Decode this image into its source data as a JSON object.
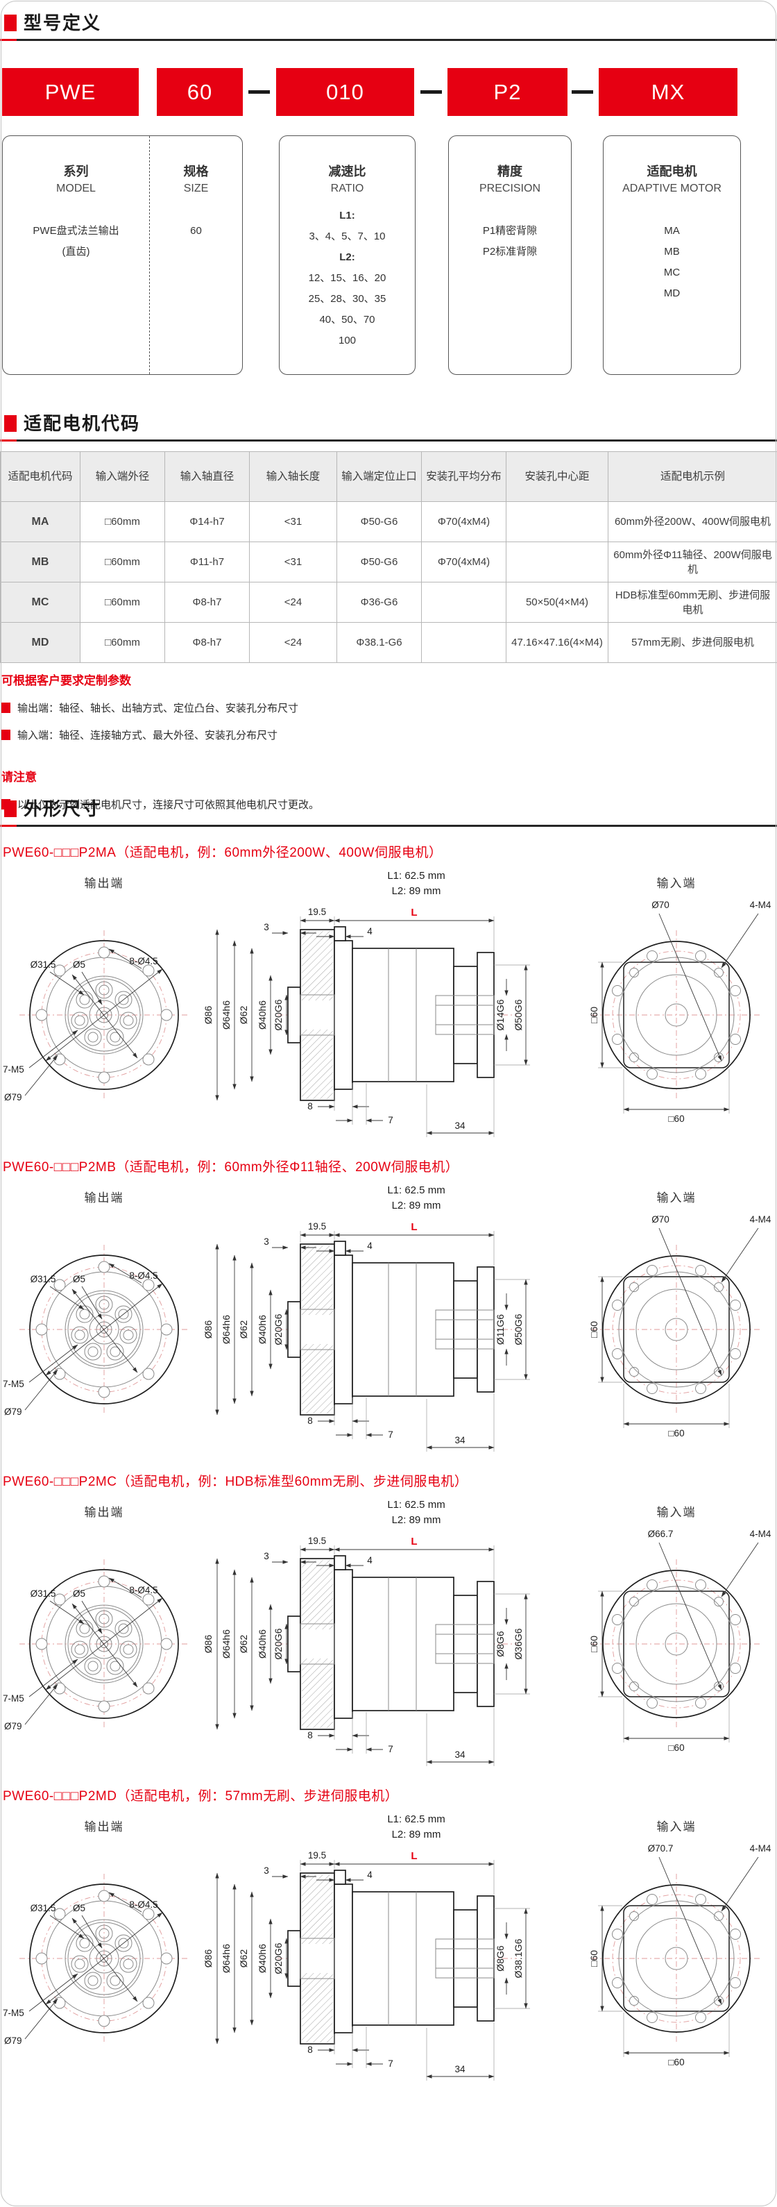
{
  "colors": {
    "accent": "#e60012",
    "centerline_red": "#e09a9a"
  },
  "model_def": {
    "title": "型号定义",
    "codes": [
      "PWE",
      "60",
      "010",
      "P2",
      "MX"
    ],
    "boxes": {
      "model": {
        "zh": "系列",
        "en": "MODEL",
        "lines": [
          "PWE盘式法兰输出",
          "(直齿)"
        ]
      },
      "size": {
        "zh": "规格",
        "en": "SIZE",
        "lines": [
          "60"
        ]
      },
      "ratio": {
        "zh": "减速比",
        "en": "RATIO",
        "lines": [
          "L1:",
          "3、4、5、7、10",
          "L2:",
          "12、15、16、20",
          "25、28、30、35",
          "40、50、70",
          "100"
        ]
      },
      "precision": {
        "zh": "精度",
        "en": "PRECISION",
        "lines": [
          "P1精密背隙",
          "P2标准背隙"
        ]
      },
      "motor": {
        "zh": "适配电机",
        "en": "ADAPTIVE MOTOR",
        "lines": [
          "MA",
          "MB",
          "MC",
          "MD"
        ]
      }
    }
  },
  "motor_codes": {
    "title": "适配电机代码",
    "table": {
      "headers": [
        "适配电机代码",
        "输入端外径",
        "输入轴直径",
        "输入轴长度",
        "输入端定位止口",
        "安装孔平均分布",
        "安装孔中心距",
        "适配电机示例"
      ],
      "rows": [
        [
          "MA",
          "□60mm",
          "Φ14-h7",
          "<31",
          "Φ50-G6",
          "Φ70(4xM4)",
          "",
          "60mm外径200W、400W伺服电机"
        ],
        [
          "MB",
          "□60mm",
          "Φ11-h7",
          "<31",
          "Φ50-G6",
          "Φ70(4xM4)",
          "",
          "60mm外径Φ11轴径、200W伺服电机"
        ],
        [
          "MC",
          "□60mm",
          "Φ8-h7",
          "<24",
          "Φ36-G6",
          "",
          "50×50(4×M4)",
          "HDB标准型60mm无刷、步进伺服电机"
        ],
        [
          "MD",
          "□60mm",
          "Φ8-h7",
          "<24",
          "Φ38.1-G6",
          "",
          "47.16×47.16(4×M4)",
          "57mm无刷、步进伺服电机"
        ]
      ]
    },
    "notes": [
      {
        "heading": "可根据客户要求定制参数",
        "items": [
          "输出端：轴径、轴长、出轴方式、定位凸台、安装孔分布尺寸",
          "输入端：轴径、连接轴方式、最大外径、安装孔分布尺寸"
        ]
      },
      {
        "heading": "请注意",
        "items": [
          "以上仅为示例适配电机尺寸，连接尺寸可依照其他电机尺寸更改。"
        ]
      }
    ]
  },
  "dimensions_section": {
    "title": "外形尺寸"
  },
  "drawings": [
    {
      "title": "PWE60-□□□P2MA（适配电机，例：60mm外径200W、400W伺服电机）",
      "output_view": {
        "title": "输出端",
        "labels": {
          "inner_circle": "Ø31.5",
          "center_hole": "Ø5",
          "outer_holes": "8-Ø4.5",
          "thread_holes": "7-M5",
          "bolt_circle": "Ø79"
        }
      },
      "section_view": {
        "l1": "L1:  62.5 mm",
        "l2": "L2:  89 mm",
        "length": "L",
        "top_dims": {
          "d19_5": "19.5",
          "d3": "3",
          "d4": "4"
        },
        "left_dims": [
          "Ø86",
          "Ø64h6",
          "Ø62",
          "Ø40h6",
          "Ø20G6"
        ],
        "right_dims": {
          "shaft": "Ø14G6",
          "pilot": "Ø50G6"
        },
        "bottom_dims": {
          "d8": "8",
          "d7": "7",
          "d34": "34"
        }
      },
      "input_view": {
        "title": "输入端",
        "labels": {
          "bolt_circle": "Ø70",
          "screws": "4-M4",
          "square_side": "□60",
          "square_bottom": "□60"
        }
      }
    },
    {
      "title": "PWE60-□□□P2MB（适配电机，例：60mm外径Φ11轴径、200W伺服电机）",
      "output_view": {
        "title": "输出端",
        "labels": {
          "inner_circle": "Ø31.5",
          "center_hole": "Ø5",
          "outer_holes": "8-Ø4.5",
          "thread_holes": "7-M5",
          "bolt_circle": "Ø79"
        }
      },
      "section_view": {
        "l1": "L1:  62.5 mm",
        "l2": "L2:  89 mm",
        "length": "L",
        "top_dims": {
          "d19_5": "19.5",
          "d3": "3",
          "d4": "4"
        },
        "left_dims": [
          "Ø86",
          "Ø64h6",
          "Ø62",
          "Ø40h6",
          "Ø20G6"
        ],
        "right_dims": {
          "shaft": "Ø11G6",
          "pilot": "Ø50G6"
        },
        "bottom_dims": {
          "d8": "8",
          "d7": "7",
          "d34": "34"
        }
      },
      "input_view": {
        "title": "输入端",
        "labels": {
          "bolt_circle": "Ø70",
          "screws": "4-M4",
          "square_side": "□60",
          "square_bottom": "□60"
        }
      }
    },
    {
      "title": "PWE60-□□□P2MC（适配电机，例：HDB标准型60mm无刷、步进伺服电机）",
      "output_view": {
        "title": "输出端",
        "labels": {
          "inner_circle": "Ø31.5",
          "center_hole": "Ø5",
          "outer_holes": "8-Ø4.5",
          "thread_holes": "7-M5",
          "bolt_circle": "Ø79"
        }
      },
      "section_view": {
        "l1": "L1:  62.5 mm",
        "l2": "L2:  89 mm",
        "length": "L",
        "top_dims": {
          "d19_5": "19.5",
          "d3": "3",
          "d4": "4"
        },
        "left_dims": [
          "Ø86",
          "Ø64h6",
          "Ø62",
          "Ø40h6",
          "Ø20G6"
        ],
        "right_dims": {
          "shaft": "Ø8G6",
          "pilot": "Ø36G6"
        },
        "bottom_dims": {
          "d8": "8",
          "d7": "7",
          "d34": "34"
        }
      },
      "input_view": {
        "title": "输入端",
        "labels": {
          "bolt_circle": "Ø66.7",
          "screws": "4-M4",
          "square_side": "□60",
          "square_bottom": "□60"
        }
      }
    },
    {
      "title": "PWE60-□□□P2MD（适配电机，例：57mm无刷、步进伺服电机）",
      "output_view": {
        "title": "输出端",
        "labels": {
          "inner_circle": "Ø31.5",
          "center_hole": "Ø5",
          "outer_holes": "8-Ø4.5",
          "thread_holes": "7-M5",
          "bolt_circle": "Ø79"
        }
      },
      "section_view": {
        "l1": "L1:  62.5 mm",
        "l2": "L2:  89 mm",
        "length": "L",
        "top_dims": {
          "d19_5": "19.5",
          "d3": "3",
          "d4": "4"
        },
        "left_dims": [
          "Ø86",
          "Ø64h6",
          "Ø62",
          "Ø40h6",
          "Ø20G6"
        ],
        "right_dims": {
          "shaft": "Ø8G6",
          "pilot": "Ø38.1G6"
        },
        "bottom_dims": {
          "d8": "8",
          "d7": "7",
          "d34": "34"
        }
      },
      "input_view": {
        "title": "输入端",
        "labels": {
          "bolt_circle": "Ø70.7",
          "screws": "4-M4",
          "square_side": "□60",
          "square_bottom": "□60"
        }
      }
    }
  ]
}
